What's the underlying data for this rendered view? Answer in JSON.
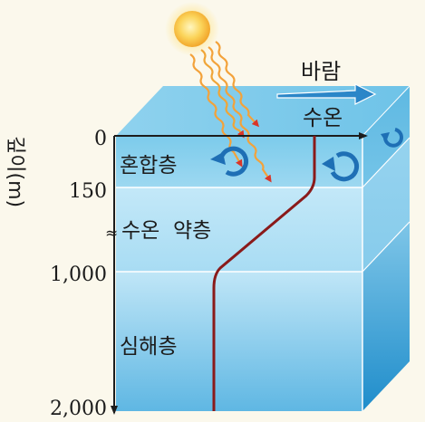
{
  "wind_label": "바람",
  "temperature_label": "수온",
  "depth_axis_label": "깊이(m)",
  "depth_ticks": [
    "0",
    "150",
    "1,000",
    "2,000"
  ],
  "layers": [
    {
      "name": "혼합층",
      "depth_range_m": [
        0,
        150
      ]
    },
    {
      "name": "수온 약층",
      "prefix_symbol": "≈",
      "depth_range_m": [
        150,
        1000
      ]
    },
    {
      "name": "심해층",
      "depth_range_m": [
        1000,
        2000
      ]
    }
  ],
  "colors": {
    "background": "#fbf8ec",
    "mixed_layer": "#8fd2ee",
    "thermocline": "#b7e2f5",
    "deep_layer_top": "#bfe6f7",
    "deep_layer_bottom": "#2f9fd7",
    "temperature_curve": "#8a1a1a",
    "sun": "#f9c33a",
    "sun_ray": "#f3a23a",
    "ray_arrow": "#d8362a",
    "wind_arrow": "#2a86c8",
    "circulation_arrow": "#1e6fb5"
  },
  "icons": {
    "sun": "sun-icon",
    "circulation": "circular-arrow-icon",
    "wind": "wind-arrow-icon"
  }
}
